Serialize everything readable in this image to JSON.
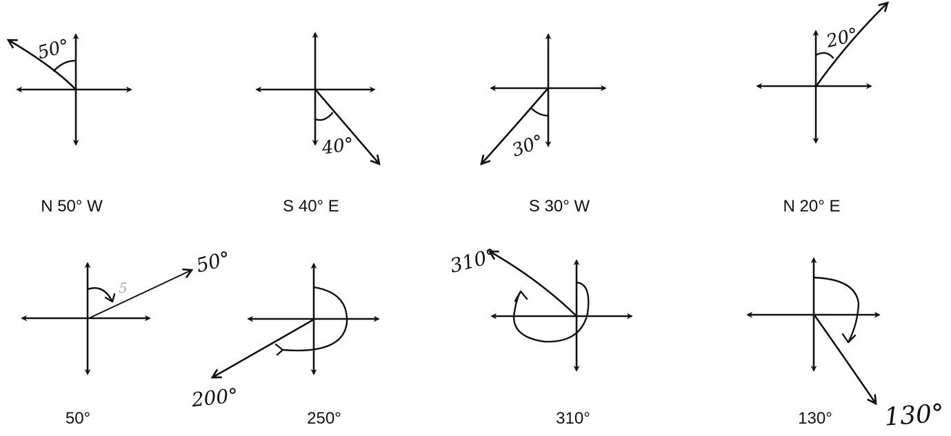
{
  "header": {
    "cut_text": ""
  },
  "colors": {
    "ink": "#111111",
    "background": "#ffffff"
  },
  "diagrams": [
    {
      "id": "d1",
      "caption": "N 50° W",
      "label": "50°",
      "direction": "N 50° W"
    },
    {
      "id": "d2",
      "caption": "S 40° E",
      "label": "40°",
      "direction": "S 40° E"
    },
    {
      "id": "d3",
      "caption": "S 30° W",
      "label": "30°",
      "direction": "S 30° W"
    },
    {
      "id": "d4",
      "caption": "N 20° E",
      "label": "20°",
      "direction": "N 20° E"
    },
    {
      "id": "d5",
      "caption": "50°",
      "label": "50°",
      "direction": "50°"
    },
    {
      "id": "d6",
      "caption": "250°",
      "label": "200°",
      "direction": "250°"
    },
    {
      "id": "d7",
      "caption": "310°",
      "label": "310°",
      "direction": "310°"
    },
    {
      "id": "d8",
      "caption": "130°",
      "label": "130°",
      "direction": "130°"
    }
  ]
}
